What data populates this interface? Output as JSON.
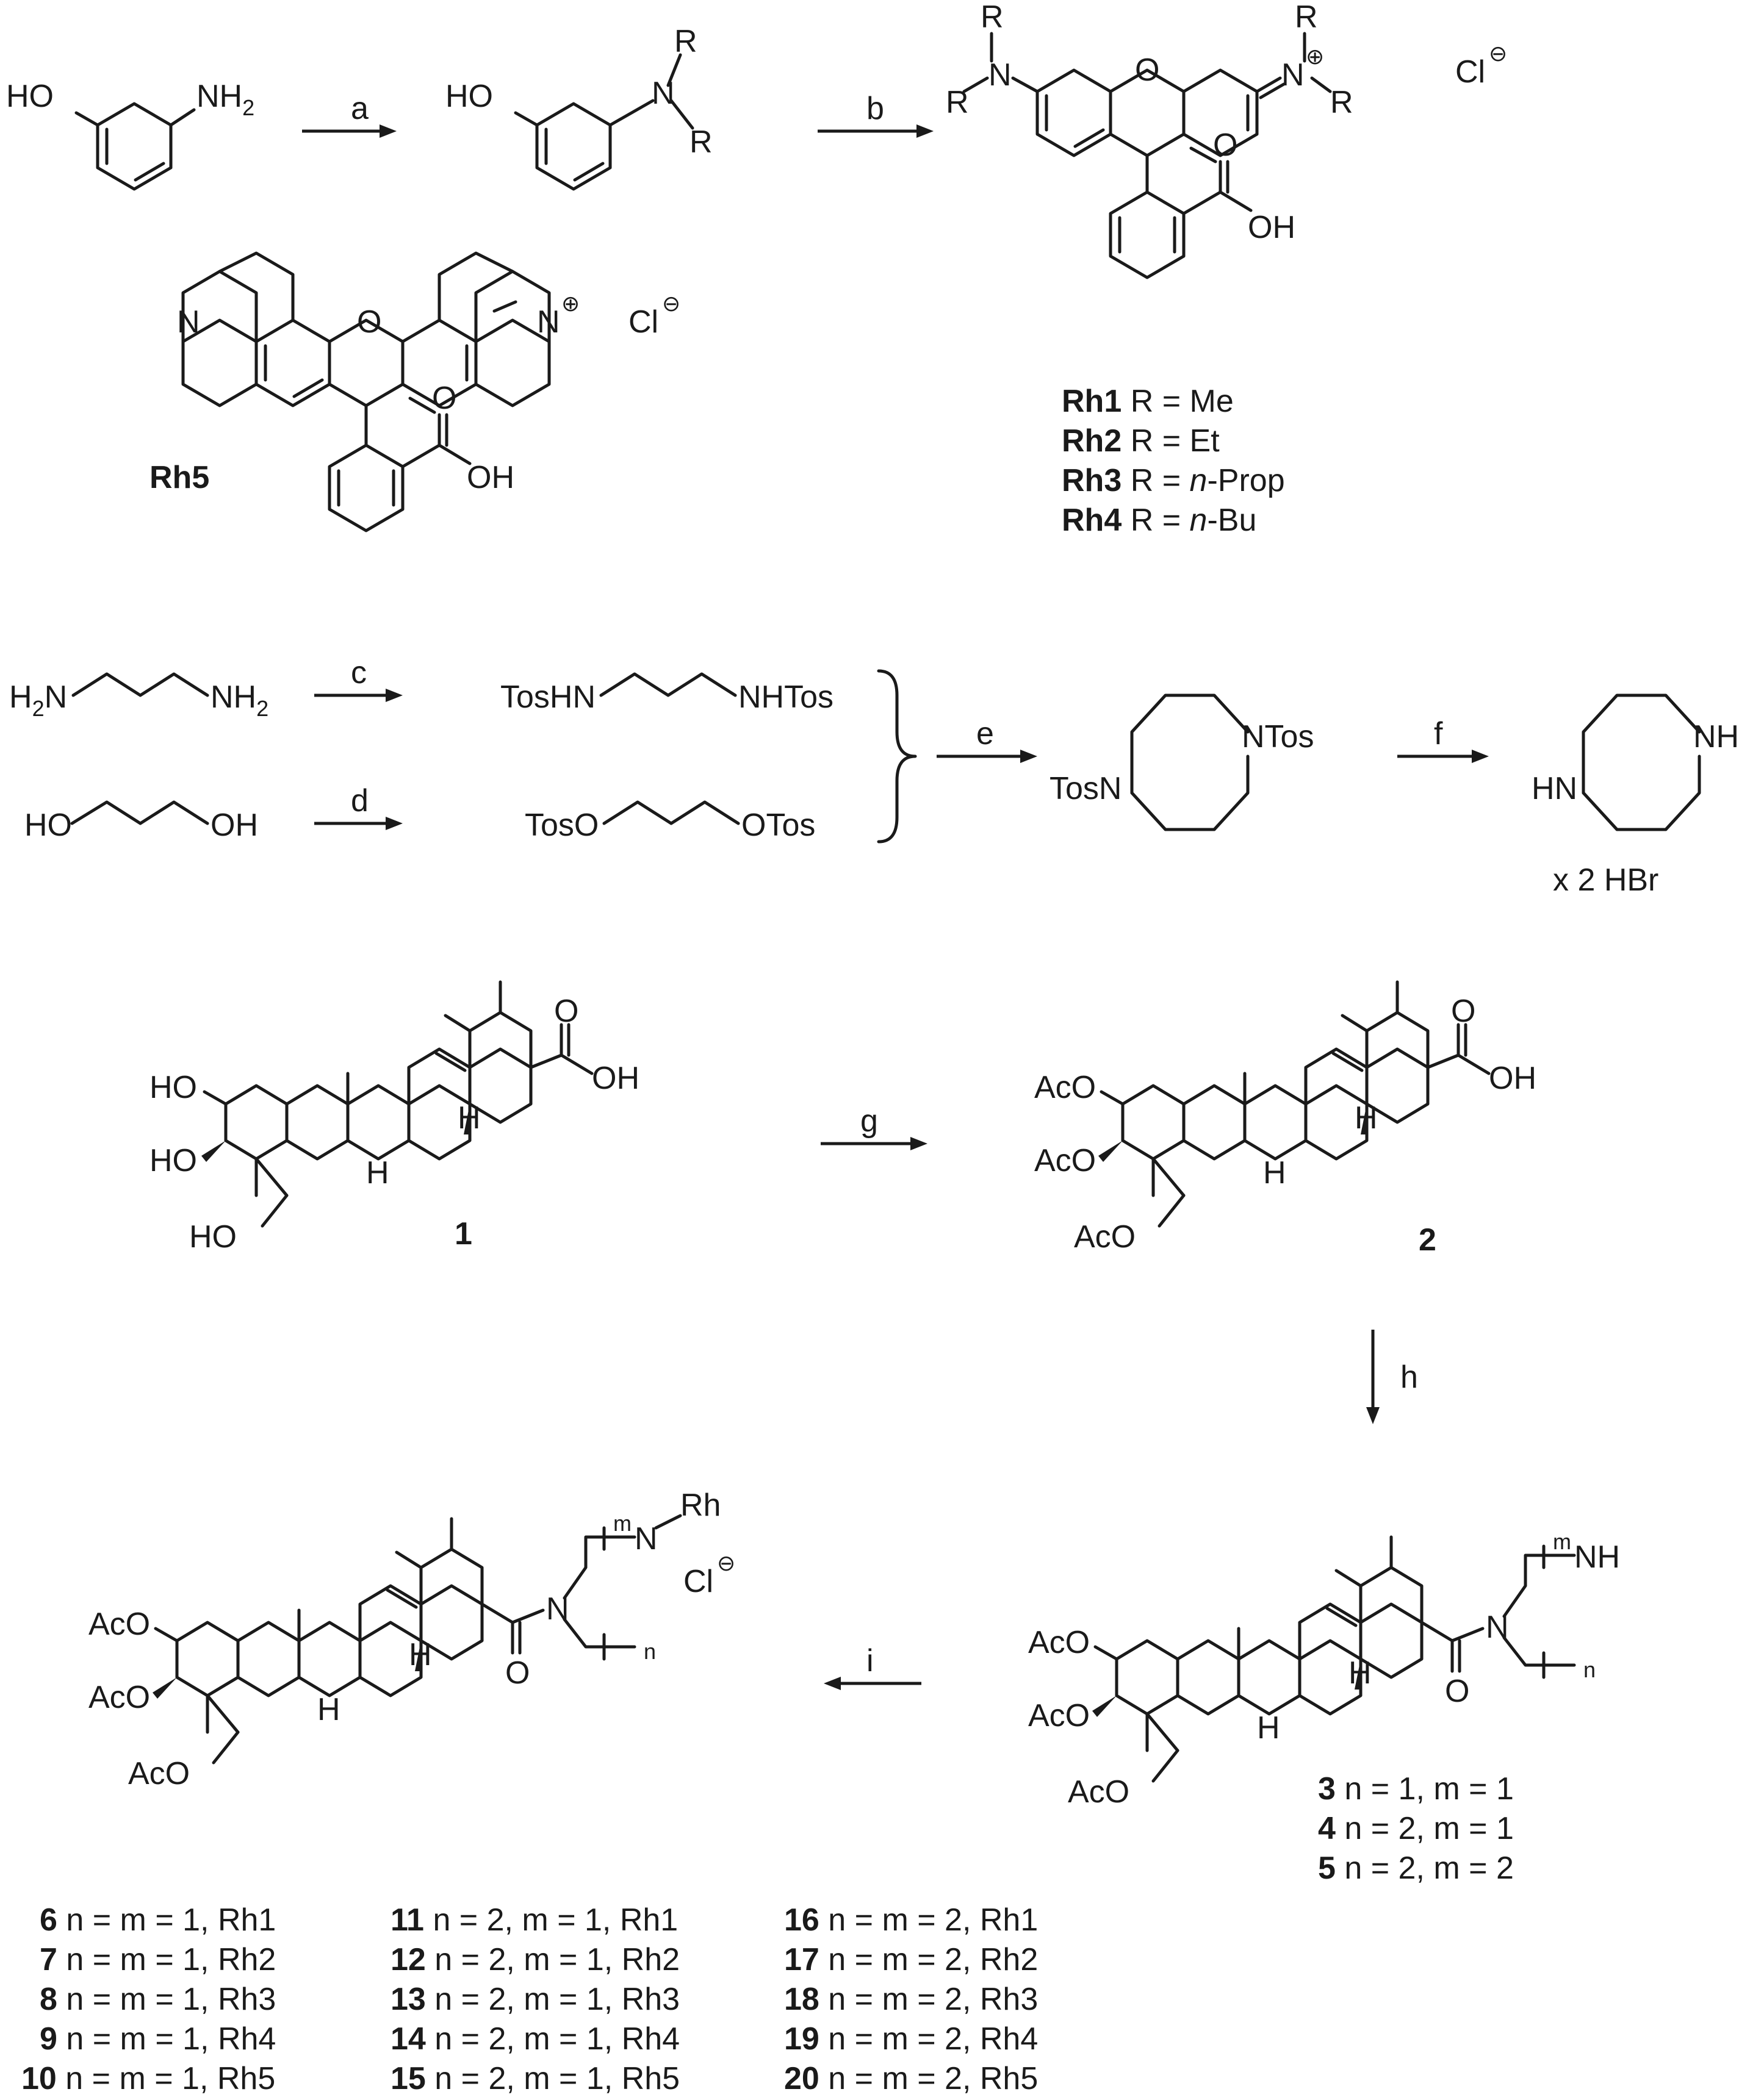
{
  "reagents": [
    "a",
    "b",
    "c",
    "d",
    "e",
    "f",
    "g",
    "h",
    "i"
  ],
  "groups": {
    "HO": "HO",
    "NH2": "NH",
    "N": "N",
    "R": "R",
    "O": "O",
    "Cl": "Cl",
    "OH": "OH",
    "H2N": "H",
    "TosHN": "TosHN",
    "NHTos": "NHTos",
    "TosO": "TosO",
    "OTos": "OTos",
    "NTos": "NTos",
    "TosN": "TosN",
    "NH": "NH",
    "HN": "HN",
    "x2HBr": "x 2 HBr",
    "H": "H",
    "AcO": "AcO",
    "Rh": "Rh",
    "m": "m",
    "n": "n",
    "two": "2",
    "plus": "⊕",
    "minus": "⊖"
  },
  "rh_legend": [
    {
      "id": "Rh1",
      "pre": "R = ",
      "val": "Me",
      "italic": ""
    },
    {
      "id": "Rh2",
      "pre": "R = ",
      "val": "Et",
      "italic": ""
    },
    {
      "id": "Rh3",
      "pre": "R = ",
      "val": "-Prop",
      "italic": "n"
    },
    {
      "id": "Rh4",
      "pre": "R = ",
      "val": "-Bu",
      "italic": "n"
    }
  ],
  "rh5_label": "Rh5",
  "compound_1": "1",
  "compound_2": "2",
  "amides": [
    {
      "id": "3",
      "text": "n = 1, m = 1"
    },
    {
      "id": "4",
      "text": "n = 2, m = 1"
    },
    {
      "id": "5",
      "text": "n = 2, m = 2"
    }
  ],
  "final_compounds": [
    [
      {
        "id": "6",
        "text": "n = m = 1, Rh1"
      },
      {
        "id": "7",
        "text": "n = m = 1, Rh2"
      },
      {
        "id": "8",
        "text": "n = m = 1, Rh3"
      },
      {
        "id": "9",
        "text": "n = m = 1, Rh4"
      },
      {
        "id": "10",
        "text": "n = m = 1, Rh5"
      }
    ],
    [
      {
        "id": "11",
        "text": "n = 2, m = 1, Rh1"
      },
      {
        "id": "12",
        "text": "n = 2, m = 1, Rh2"
      },
      {
        "id": "13",
        "text": "n = 2, m = 1, Rh3"
      },
      {
        "id": "14",
        "text": "n = 2, m = 1, Rh4"
      },
      {
        "id": "15",
        "text": "n = 2, m = 1, Rh5"
      }
    ],
    [
      {
        "id": "16",
        "text": "n =  m = 2, Rh1"
      },
      {
        "id": "17",
        "text": "n =  m = 2, Rh2"
      },
      {
        "id": "18",
        "text": "n =  m = 2, Rh3"
      },
      {
        "id": "19",
        "text": "n =  m = 2, Rh4"
      },
      {
        "id": "20",
        "text": "n =  m = 2, Rh5"
      }
    ]
  ]
}
